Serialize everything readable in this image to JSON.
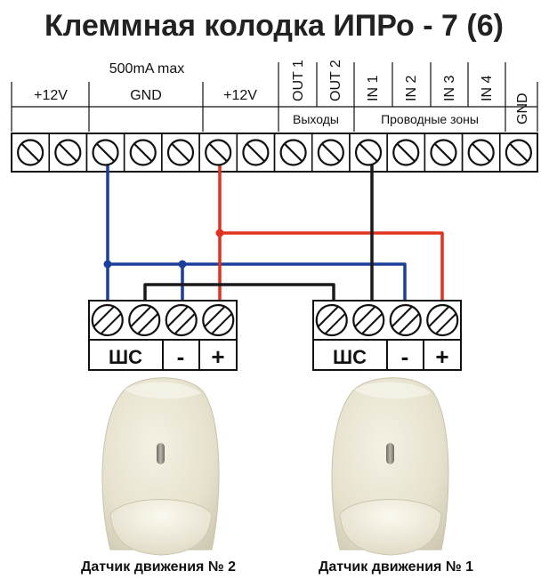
{
  "title": "Клеммная колодка ИПРо -  7 (6)",
  "header": {
    "current_note": "500mA max",
    "col_plus12_left": "+12V",
    "col_gnd": "GND",
    "col_plus12_right": "+12V",
    "out1": "OUT 1",
    "out2": "OUT 2",
    "in1": "IN 1",
    "in2": "IN 2",
    "in3": "IN 3",
    "in4": "IN 4",
    "gnd_last": "GND",
    "group_outputs": "Выходы",
    "group_zones": "Проводные зоны"
  },
  "sensor_block_labels": {
    "loop": "ШС",
    "minus": "-",
    "plus": "+"
  },
  "sensors": [
    {
      "caption": "Датчик движения № 2"
    },
    {
      "caption": "Датчик движения № 1"
    }
  ],
  "wire_colors": {
    "ground": "#1c3f9b",
    "power": "#e0321e",
    "signal": "#1a1a1a"
  }
}
